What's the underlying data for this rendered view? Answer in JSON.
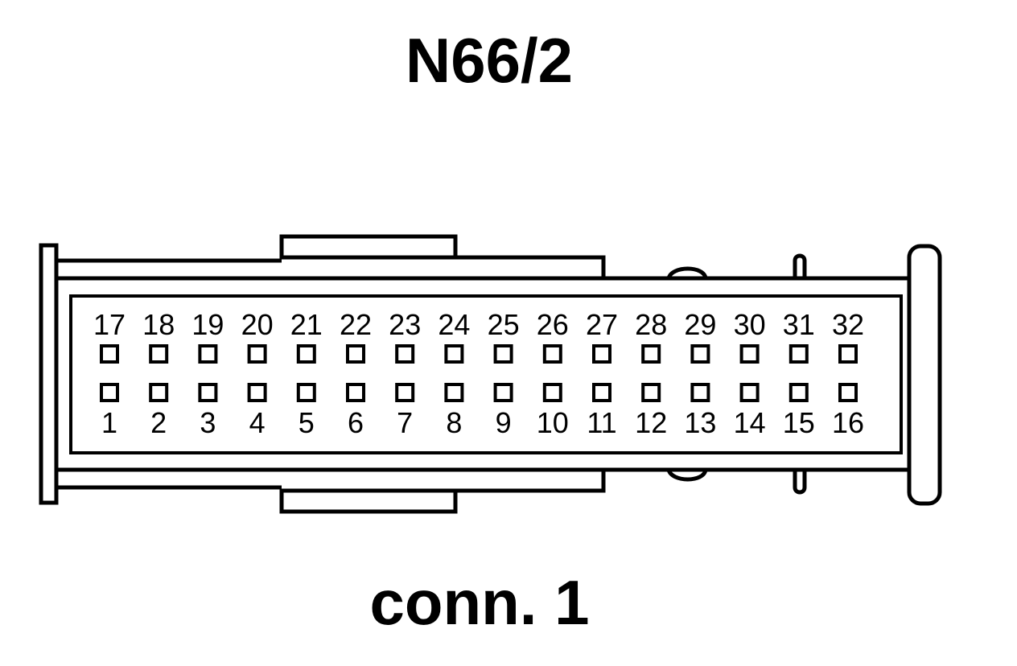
{
  "title": "N66/2",
  "caption": "conn. 1",
  "pins": {
    "top_row": [
      "17",
      "18",
      "19",
      "20",
      "21",
      "22",
      "23",
      "24",
      "25",
      "26",
      "27",
      "28",
      "29",
      "30",
      "31",
      "32"
    ],
    "bottom_row": [
      "1",
      "2",
      "3",
      "4",
      "5",
      "6",
      "7",
      "8",
      "9",
      "10",
      "11",
      "12",
      "13",
      "14",
      "15",
      "16"
    ]
  },
  "colors": {
    "line": "#000000",
    "background": "#ffffff"
  }
}
